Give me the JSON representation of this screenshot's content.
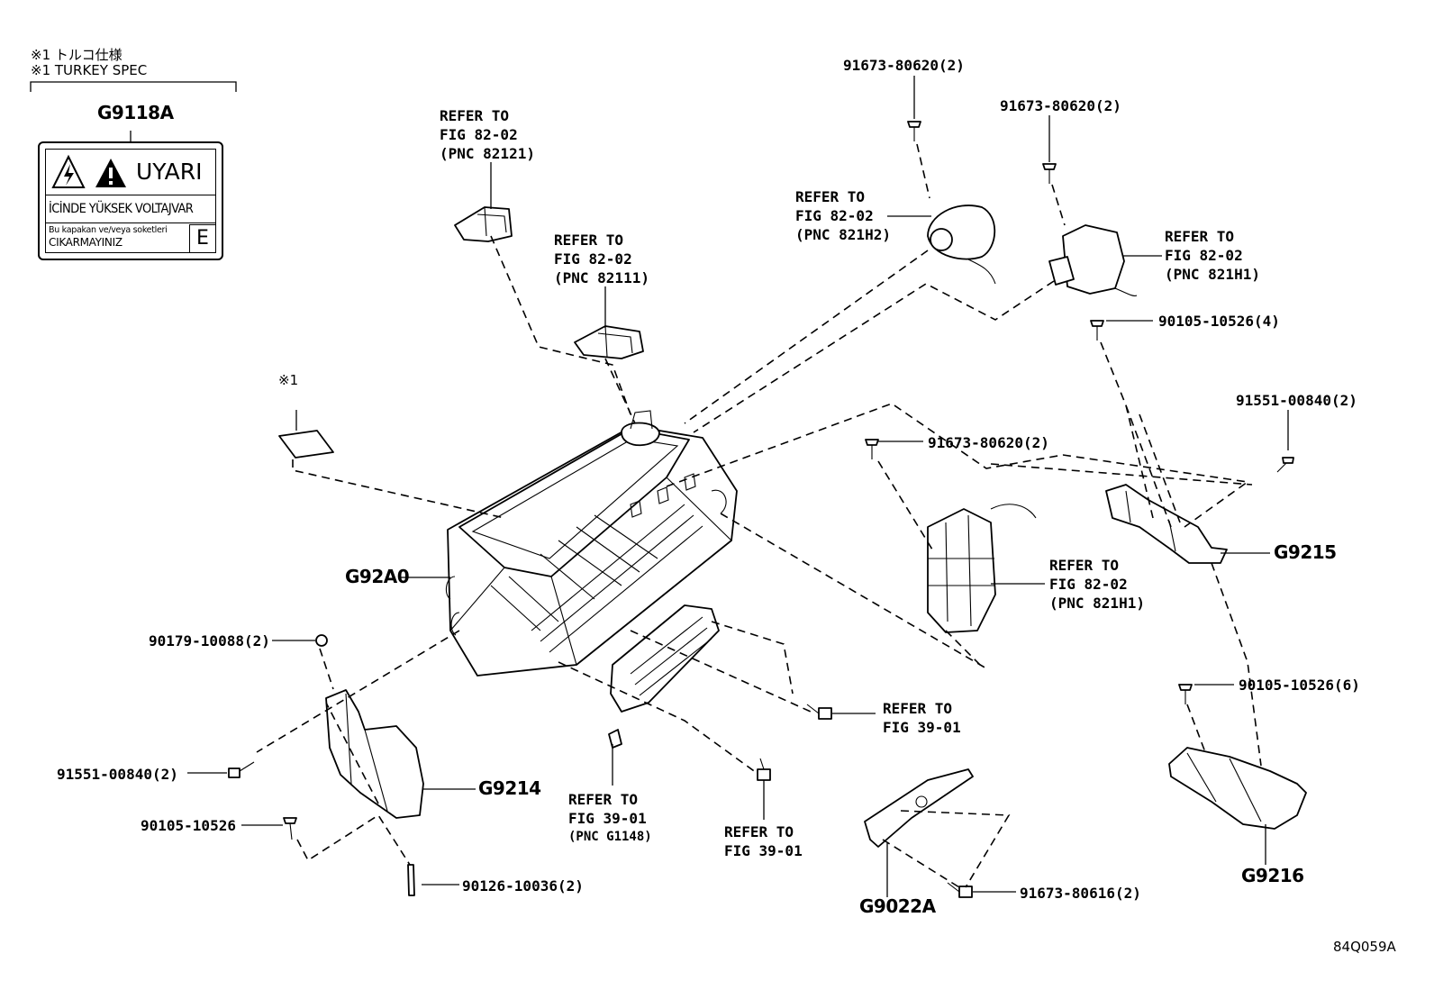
{
  "notes": {
    "spec_jp": "※1 トルコ仕様",
    "spec_en": "※1 TURKEY SPEC",
    "marker": "※1"
  },
  "warning_label": {
    "part_no": "G9118A",
    "title": "UYARI",
    "line1": "İCİNDE YÜKSEK VOLTAJVAR",
    "line2": "Bu kapakan ve/veya soketleri",
    "line3": "CIKARMAYINIZ",
    "corner": "E"
  },
  "refs": {
    "r82121": [
      "REFER TO",
      "FIG 82-02",
      "(PNC 82121)"
    ],
    "r82111": [
      "REFER TO",
      "FIG 82-02",
      "(PNC 82111)"
    ],
    "r821H2": [
      "REFER TO",
      "FIG 82-02",
      "(PNC 821H2)"
    ],
    "r821H1a": [
      "REFER TO",
      "FIG 82-02",
      "(PNC 821H1)"
    ],
    "r821H1b": [
      "REFER TO",
      "FIG 82-02",
      "(PNC 821H1)"
    ],
    "r3901a": [
      "REFER TO",
      "FIG 39-01"
    ],
    "r3901b": [
      "REFER TO",
      "FIG 39-01",
      "(PNC G1148)"
    ],
    "r3901c": [
      "REFER TO",
      "FIG 39-01"
    ]
  },
  "parts": {
    "p1": "91673-80620(2)",
    "p2": "91673-80620(2)",
    "p3": "90105-10526(4)",
    "p4": "91551-00840(2)",
    "p5": "91673-80620(2)",
    "p6": "G9215",
    "p7": "G92A0",
    "p8": "90179-10088(2)",
    "p9": "91551-00840(2)",
    "p10": "G9214",
    "p11": "90105-10526",
    "p12": "90126-10036(2)",
    "p13": "90105-10526(6)",
    "p14": "G9216",
    "p15": "G9022A",
    "p16": "91673-80616(2)"
  },
  "doc_code": "84Q059A"
}
